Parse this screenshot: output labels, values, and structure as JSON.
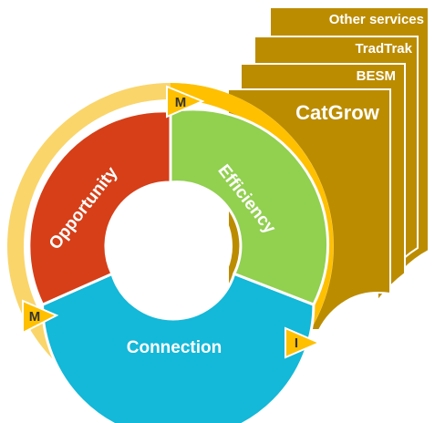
{
  "service_stack": {
    "items": [
      {
        "label": "Other services"
      },
      {
        "label": "TradTrak"
      },
      {
        "label": "BESM"
      },
      {
        "label": "CatGrow"
      }
    ]
  },
  "cycle": {
    "segments": [
      {
        "label": "Opportunity",
        "color": "#d63f18"
      },
      {
        "label": "Efficiency",
        "color": "#92d050"
      },
      {
        "label": "Connection",
        "color": "#14b8d8"
      }
    ],
    "badges": [
      {
        "label": "M"
      },
      {
        "label": "M"
      },
      {
        "label": "I"
      }
    ]
  },
  "colors": {
    "sheet": "#bc8c00",
    "sheet_edge": "#ffffff",
    "outer_ring_light": "#fad56a",
    "outer_ring_strong": "#ffc000",
    "badge": "#ffc000"
  }
}
